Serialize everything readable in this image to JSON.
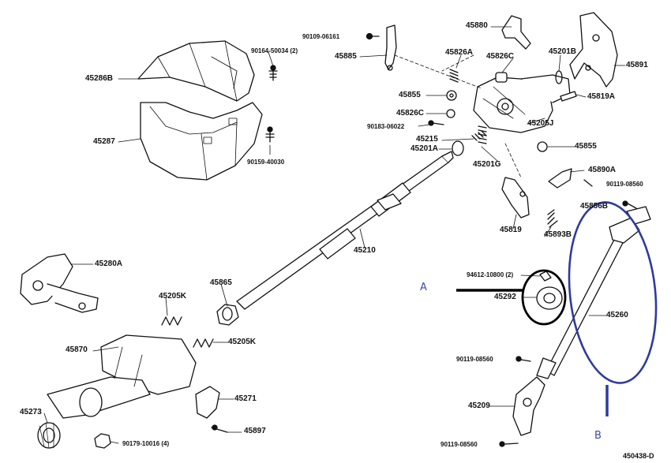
{
  "diagram": {
    "parts": [
      {
        "id": "p45286B",
        "label": "45286B"
      },
      {
        "id": "p45287",
        "label": "45287"
      },
      {
        "id": "p90164",
        "label": "90164-50034 (2)"
      },
      {
        "id": "p90159",
        "label": "90159-40030"
      },
      {
        "id": "p90109",
        "label": "90109-06161"
      },
      {
        "id": "p45885",
        "label": "45885"
      },
      {
        "id": "p45880",
        "label": "45880"
      },
      {
        "id": "p45826A",
        "label": "45826A"
      },
      {
        "id": "p45826C1",
        "label": "45826C"
      },
      {
        "id": "p45201B",
        "label": "45201B"
      },
      {
        "id": "p45891",
        "label": "45891"
      },
      {
        "id": "p45819A",
        "label": "45819A"
      },
      {
        "id": "p45855a",
        "label": "45855"
      },
      {
        "id": "p45826C2",
        "label": "45826C"
      },
      {
        "id": "p90183",
        "label": "90183-06022"
      },
      {
        "id": "p45205J",
        "label": "45205J"
      },
      {
        "id": "p45215",
        "label": "45215"
      },
      {
        "id": "p45201A",
        "label": "45201A"
      },
      {
        "id": "p45201G",
        "label": "45201G"
      },
      {
        "id": "p45855b",
        "label": "45855"
      },
      {
        "id": "p45890A",
        "label": "45890A"
      },
      {
        "id": "p90119a",
        "label": "90119-08560"
      },
      {
        "id": "p45856B",
        "label": "45856B"
      },
      {
        "id": "p45819",
        "label": "45819"
      },
      {
        "id": "p45893B",
        "label": "45893B"
      },
      {
        "id": "p45210",
        "label": "45210"
      },
      {
        "id": "p45280A",
        "label": "45280A"
      },
      {
        "id": "p45865",
        "label": "45865"
      },
      {
        "id": "p45205K1",
        "label": "45205K"
      },
      {
        "id": "p45205K2",
        "label": "45205K"
      },
      {
        "id": "p45870",
        "label": "45870"
      },
      {
        "id": "p45271",
        "label": "45271"
      },
      {
        "id": "p45897",
        "label": "45897"
      },
      {
        "id": "p45273",
        "label": "45273"
      },
      {
        "id": "p90179",
        "label": "90179-10016 (4)"
      },
      {
        "id": "p94612",
        "label": "94612-10800 (2)"
      },
      {
        "id": "p45292",
        "label": "45292"
      },
      {
        "id": "p45260",
        "label": "45260"
      },
      {
        "id": "p90119b",
        "label": "90119-08560"
      },
      {
        "id": "p45209",
        "label": "45209"
      },
      {
        "id": "p90119c",
        "label": "90119-08560"
      }
    ],
    "callout_a": "A",
    "callout_b": "B",
    "drawing_code": "450438-D",
    "colors": {
      "ink": "#111111",
      "callout": "#3f4aa8",
      "ellipse": "#2f3a9e"
    }
  }
}
